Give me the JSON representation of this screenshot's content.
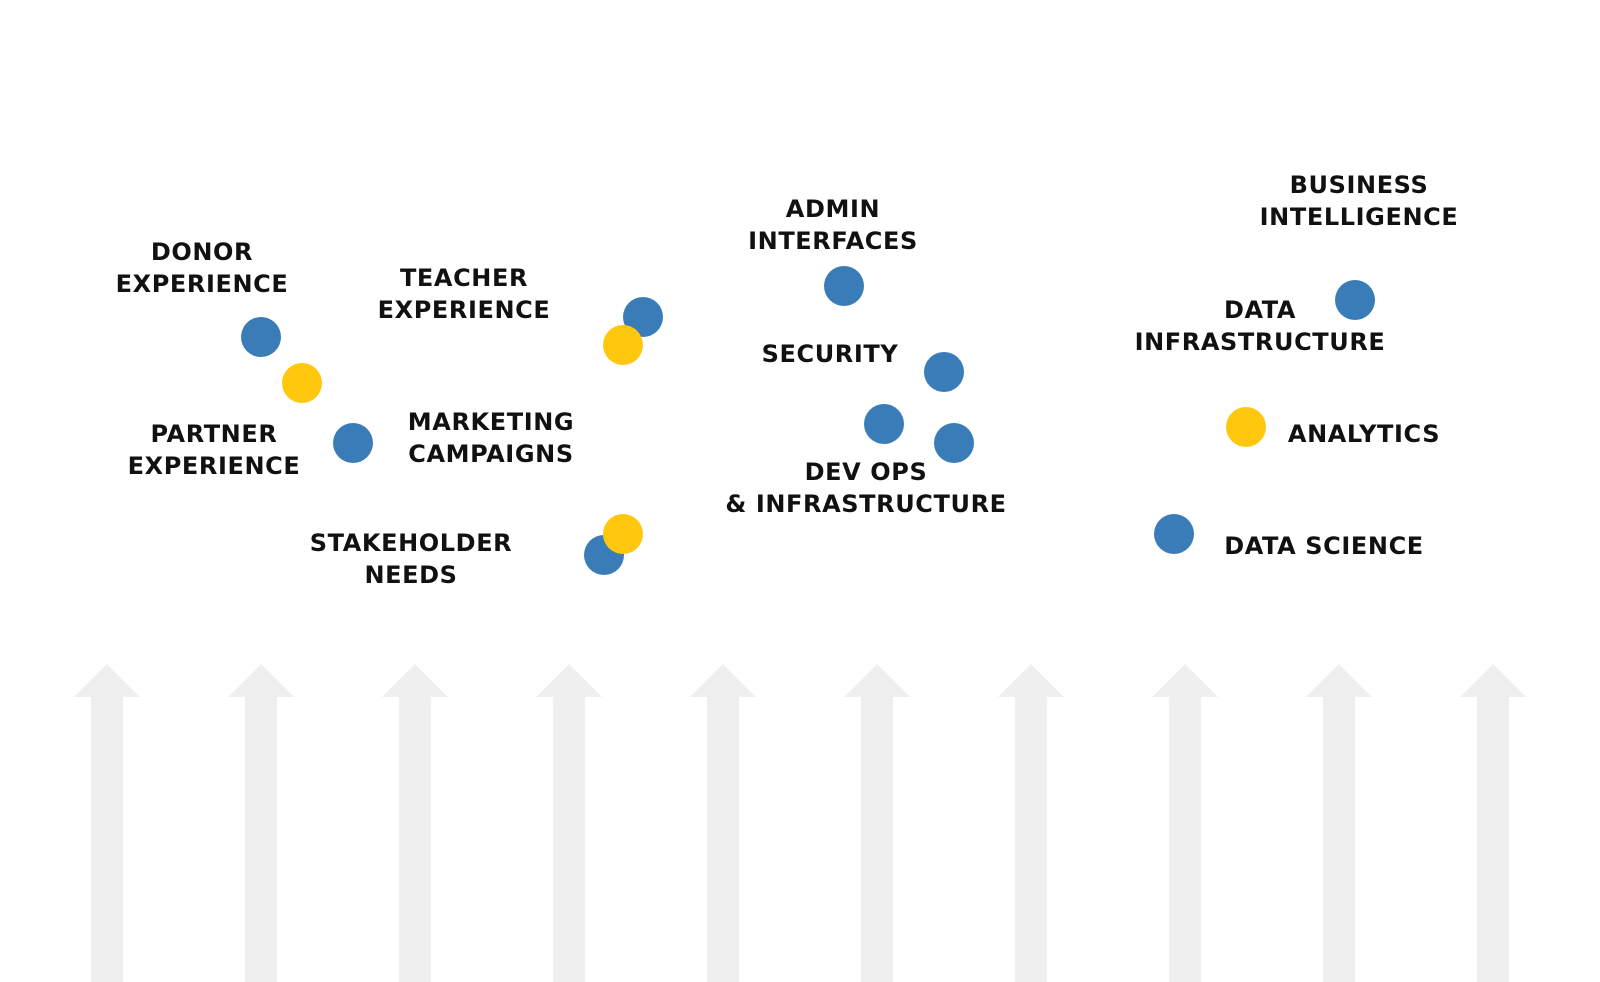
{
  "colors": {
    "blue": "#3a7cb8",
    "yellow": "#ffc80f",
    "arrow": "#efefef",
    "text": "#111111"
  },
  "labels": {
    "donor_experience": [
      "DONOR",
      "EXPERIENCE"
    ],
    "teacher_experience": [
      "TEACHER",
      "EXPERIENCE"
    ],
    "partner_experience": [
      "PARTNER",
      "EXPERIENCE"
    ],
    "marketing_campaigns": [
      "MARKETING",
      "CAMPAIGNS"
    ],
    "stakeholder_needs": [
      "STAKEHOLDER",
      "NEEDS"
    ],
    "admin_interfaces": [
      "ADMIN",
      "INTERFACES"
    ],
    "security": [
      "SECURITY"
    ],
    "dev_ops": [
      "DEV OPS",
      "& INFRASTRUCTURE"
    ],
    "business_intelligence": [
      "BUSINESS",
      "INTELLIGENCE"
    ],
    "data_infrastructure": [
      "DATA",
      "INFRASTRUCTURE"
    ],
    "analytics": [
      "ANALYTICS"
    ],
    "data_science": [
      "DATA SCIENCE"
    ]
  }
}
